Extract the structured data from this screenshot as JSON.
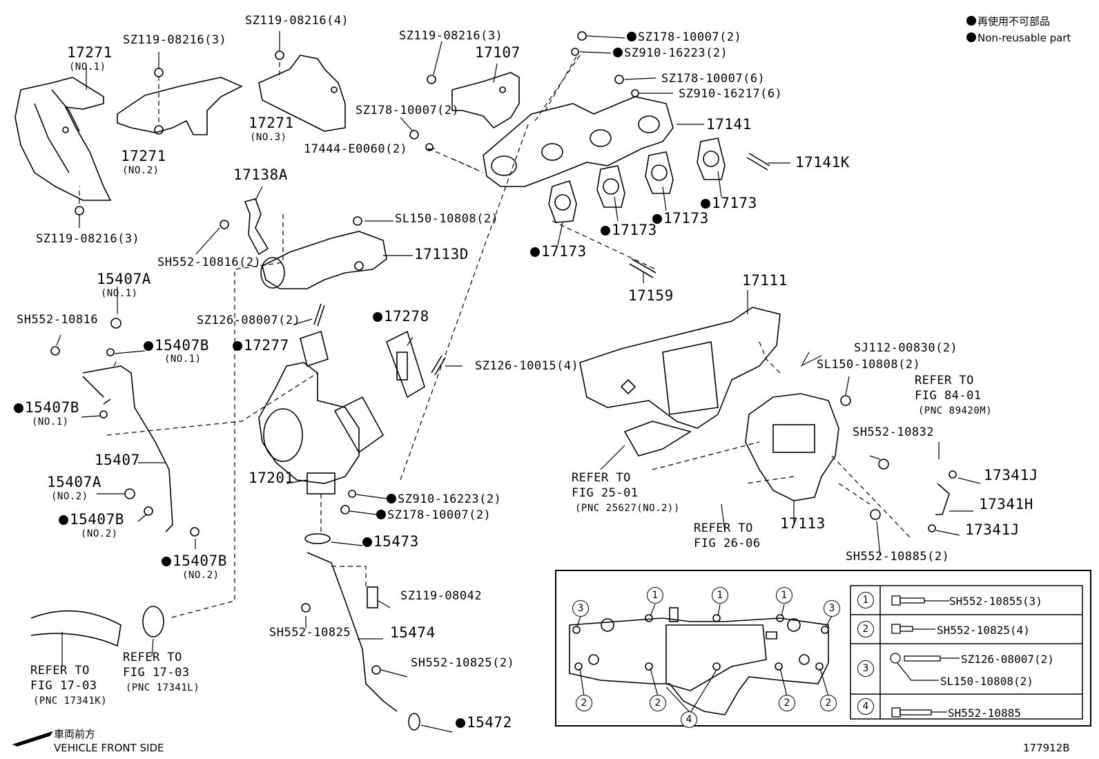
{
  "legend": {
    "jp": "再使用不可部品",
    "en": "Non-reusable part"
  },
  "figure_id": "177912B",
  "direction": {
    "jp": "車両前方",
    "en": "VEHICLE FRONT SIDE"
  },
  "callouts": {
    "c17271_1": "17271",
    "c17271_1s": "(NO.1)",
    "bolt_a": "SZ119-08216(3)",
    "bolt_b": "SZ119-08216(4)",
    "c17271_2": "17271",
    "c17271_2s": "(NO.2)",
    "c17271_3": "17271",
    "c17271_3s": "(NO.3)",
    "bolt_c": "SZ119-08216(3)",
    "bolt_d": "SZ119-08216(3)",
    "c17107": "17107",
    "nut_1": "SZ178-10007(2)",
    "wash_1": "SZ910-16223(2)",
    "nut_6": "SZ178-10007(6)",
    "wash_6": "SZ910-16217(6)",
    "nut_2b": "SZ178-10007(2)",
    "c17444": "17444-E0060(2)",
    "c17141": "17141",
    "c17141k": "17141K",
    "c17173a": "17173",
    "c17173b": "17173",
    "c17173c": "17173",
    "c17173d": "17173",
    "c17138a": "17138A",
    "c_sh552_10816_2": "SH552-10816(2)",
    "c_sl150_2": "SL150-10808(2)",
    "c17113d": "17113D",
    "c17159": "17159",
    "c15407a_1": "15407A",
    "c15407a_1s": "(NO.1)",
    "c_sh552_10816": "SH552-10816",
    "c15407b_1": "15407B",
    "c15407b_1s": "(NO.1)",
    "c15407b_1b": "15407B",
    "c15407b_1bs": "(NO.1)",
    "c_sz126_08007": "SZ126-08007(2)",
    "c17277": "17277",
    "c17278": "17278",
    "c_sz126_10015": "SZ126-10015(4)",
    "c17111": "17111",
    "c_sj112": "SJ112-00830(2)",
    "c_sl150_b": "SL150-10808(2)",
    "c15407": "15407",
    "c15407a_2": "15407A",
    "c15407a_2s": "(NO.2)",
    "c15407b_2": "15407B",
    "c15407b_2s": "(NO.2)",
    "c15407b_2b": "15407B",
    "c15407b_2bs": "(NO.2)",
    "c17201": "17201",
    "c_sz910_16223": "SZ910-16223(2)",
    "c_sz178_10007": "SZ178-10007(2)",
    "c15473": "15473",
    "c_sz119_08042": "SZ119-08042",
    "c_sh552_10825": "SH552-10825",
    "c15474": "15474",
    "c_sh552_10825_2": "SH552-10825(2)",
    "c15472": "15472",
    "ref_84_1": "REFER TO",
    "ref_84_2": "FIG 84-01",
    "ref_84_3": "(PNC 89420M)",
    "c_sh552_10832": "SH552-10832",
    "c17341j_a": "17341J",
    "c17341h": "17341H",
    "c17341j_b": "17341J",
    "ref_25_1": "REFER TO",
    "ref_25_2": "FIG 25-01",
    "ref_25_3": "(PNC 25627(NO.2))",
    "ref_26_1": "REFER TO",
    "ref_26_2": "FIG 26-06",
    "c17113": "17113",
    "c_sh552_10885_2": "SH552-10885(2)",
    "ref_17k_1": "REFER TO",
    "ref_17k_2": "FIG 17-03",
    "ref_17k_3": "(PNC 17341K)",
    "ref_17l_1": "REFER TO",
    "ref_17l_2": "FIG 17-03",
    "ref_17l_3": "(PNC 17341L)"
  },
  "bolt_table": [
    {
      "n": "1",
      "part": "SH552-10855(3)"
    },
    {
      "n": "2",
      "part": "SH552-10825(4)"
    },
    {
      "n": "3",
      "part": "SZ126-08007(2)",
      "part2": "SL150-10808(2)"
    },
    {
      "n": "4",
      "part": "SH552-10885"
    }
  ],
  "gasket_markers": [
    "1",
    "1",
    "1",
    "3",
    "3",
    "2",
    "2",
    "2",
    "2",
    "4"
  ]
}
